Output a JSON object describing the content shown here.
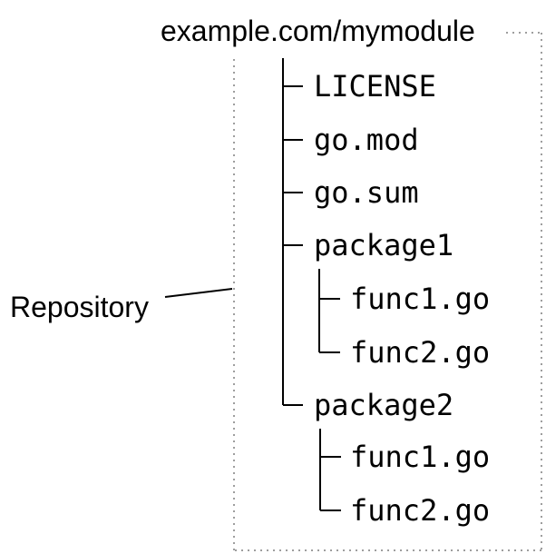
{
  "module_path": "example.com/mymodule",
  "annotation_label": "Repository",
  "tree": {
    "root_items": [
      "LICENSE",
      "go.mod",
      "go.sum"
    ],
    "packages": [
      {
        "name": "package1",
        "files": [
          "func1.go",
          "func2.go"
        ]
      },
      {
        "name": "package2",
        "files": [
          "func1.go",
          "func2.go"
        ]
      }
    ]
  },
  "colors": {
    "text": "#000000",
    "lines": "#000000",
    "dotted_border": "#9e9e9e"
  }
}
